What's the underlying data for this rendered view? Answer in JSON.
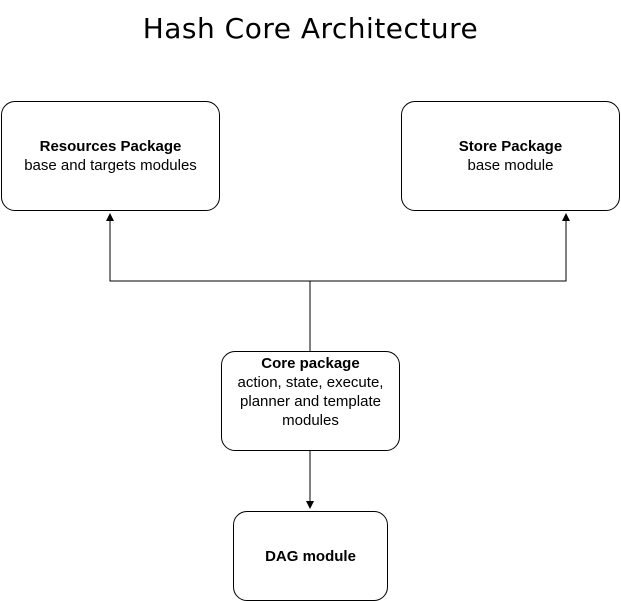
{
  "diagram": {
    "title": "Hash Core Architecture",
    "nodes": {
      "resources": {
        "name": "Resources Package",
        "description": "base and targets modules"
      },
      "store": {
        "name": "Store Package",
        "description": "base module"
      },
      "core": {
        "name": "Core package",
        "description": "action, state, execute,\nplanner and template\nmodules"
      },
      "dag": {
        "name": "DAG module",
        "description": ""
      }
    },
    "edges": [
      {
        "from": "core",
        "to": "resources"
      },
      {
        "from": "core",
        "to": "store"
      },
      {
        "from": "core",
        "to": "dag"
      }
    ]
  }
}
